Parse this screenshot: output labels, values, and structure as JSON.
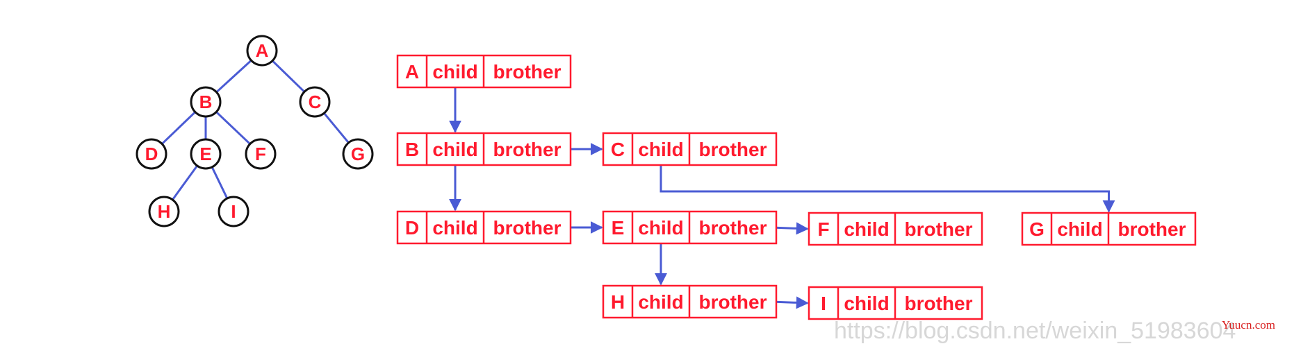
{
  "tree": {
    "nodes": [
      {
        "id": "A",
        "label": "A"
      },
      {
        "id": "B",
        "label": "B"
      },
      {
        "id": "C",
        "label": "C"
      },
      {
        "id": "D",
        "label": "D"
      },
      {
        "id": "E",
        "label": "E"
      },
      {
        "id": "F",
        "label": "F"
      },
      {
        "id": "G",
        "label": "G"
      },
      {
        "id": "H",
        "label": "H"
      },
      {
        "id": "I",
        "label": "I"
      }
    ],
    "edges": [
      [
        "A",
        "B"
      ],
      [
        "A",
        "C"
      ],
      [
        "B",
        "D"
      ],
      [
        "B",
        "E"
      ],
      [
        "B",
        "F"
      ],
      [
        "C",
        "G"
      ],
      [
        "E",
        "H"
      ],
      [
        "E",
        "I"
      ]
    ]
  },
  "records": [
    {
      "id": "A",
      "name": "A",
      "child": "child",
      "brother": "brother"
    },
    {
      "id": "B",
      "name": "B",
      "child": "child",
      "brother": "brother"
    },
    {
      "id": "C",
      "name": "C",
      "child": "child",
      "brother": "brother"
    },
    {
      "id": "D",
      "name": "D",
      "child": "child",
      "brother": "brother"
    },
    {
      "id": "E",
      "name": "E",
      "child": "child",
      "brother": "brother"
    },
    {
      "id": "F",
      "name": "F",
      "child": "child",
      "brother": "brother"
    },
    {
      "id": "G",
      "name": "G",
      "child": "child",
      "brother": "brother"
    },
    {
      "id": "H",
      "name": "H",
      "child": "child",
      "brother": "brother"
    },
    {
      "id": "I",
      "name": "I",
      "child": "child",
      "brother": "brother"
    }
  ],
  "links": [
    {
      "from": "A",
      "field": "child",
      "to": "B"
    },
    {
      "from": "B",
      "field": "child",
      "to": "D"
    },
    {
      "from": "B",
      "field": "brother",
      "to": "C"
    },
    {
      "from": "C",
      "field": "child",
      "to": "G"
    },
    {
      "from": "D",
      "field": "brother",
      "to": "E"
    },
    {
      "from": "E",
      "field": "brother",
      "to": "F"
    },
    {
      "from": "E",
      "field": "child",
      "to": "H"
    },
    {
      "from": "H",
      "field": "brother",
      "to": "I"
    }
  ],
  "colors": {
    "text": "#ff1a2e",
    "box": "#ff1a2e",
    "arrow": "#4a5bd4",
    "node_stroke": "#111111",
    "watermark": "#d7d7d7"
  },
  "watermark": "https://blog.csdn.net/weixin_51983604",
  "site_mark": "Yuucn.com"
}
